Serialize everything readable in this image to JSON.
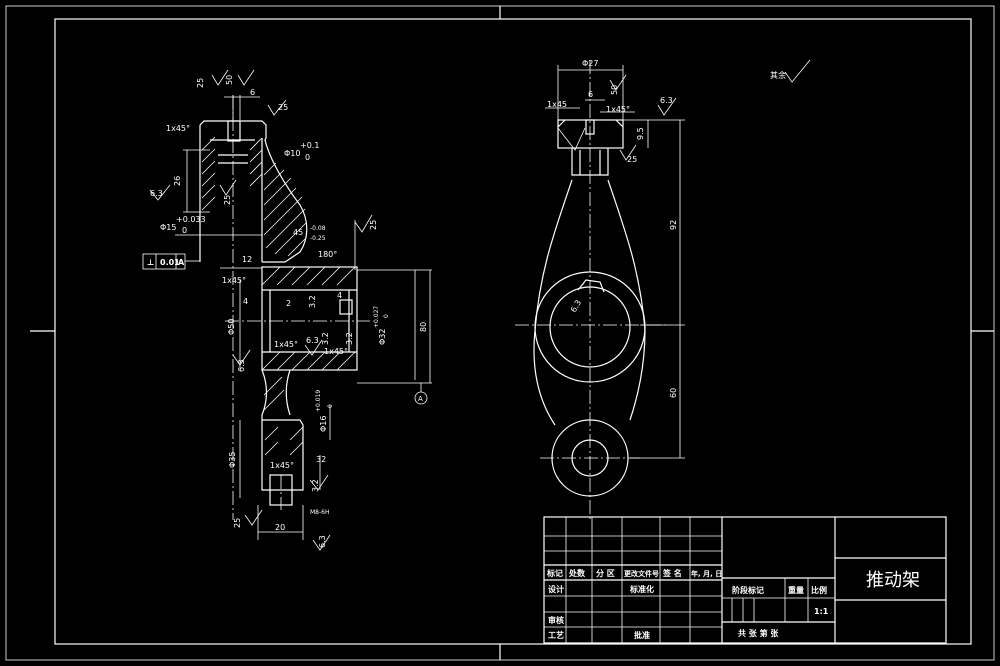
{
  "drawing": {
    "title": "推动架",
    "scale": "1:1",
    "general_roughness": "其余"
  },
  "front_view": {
    "dims": {
      "ra_top_a": "25",
      "ra_top_b": "50",
      "d6": "6",
      "ra_right_top": "25",
      "chamfer_top": "1x45°",
      "phi10": "Φ10",
      "phi10_tol": "+0.1",
      "phi10_tol0": "0",
      "h26": "26",
      "ra_63_left": "6.3",
      "ra_25_left": "25",
      "phi15": "Φ15",
      "phi15_tol": "+0.033",
      "phi15_tol0": "0",
      "ra_25_mid": "25",
      "d45": "45",
      "d45_tol1": "-0.08",
      "d45_tol2": "-0.25",
      "d12": "12",
      "ra_25_right": "25",
      "tol_frame_sym": "⊥",
      "tol_frame_val": "0.01",
      "tol_frame_ref": "A",
      "angle180": "180°",
      "chamfer_mid": "1x45°",
      "d4a": "4",
      "d4b": "4",
      "d2": "2",
      "ra_32_a": "3.2",
      "ra_32_b": "3.2",
      "phi50": "Φ50",
      "phi32": "Φ32",
      "phi32_tol": "+0.027",
      "phi32_tol0": "0",
      "d80": "80",
      "chamfer_low1": "1x45°",
      "chamfer_low2": "1x45°",
      "ra_63_mid": "6.3",
      "ra_32_c": "3.2",
      "ra_63_bot_left": "6.3",
      "phi16": "Φ16",
      "phi16_tol": "+0.019",
      "phi16_tol0": "0",
      "datum": "A",
      "phi35": "Φ35",
      "chamfer_bot": "1x45°",
      "d32": "32",
      "ra_32_d": "3.2",
      "ra_25_bot": "25",
      "m8": "M8-6H",
      "d20": "20",
      "ra_63_bot": "6.3"
    }
  },
  "side_view": {
    "dims": {
      "phi27": "Φ27",
      "ra_50": "50",
      "d6": "6",
      "chamfer_l": "1x45",
      "chamfer_r": "1x45°",
      "ra_63": "6.3",
      "d95": "9.5",
      "ra_25": "25",
      "d92": "92",
      "d60": "60",
      "ra_key": "6.3"
    }
  },
  "title_block": {
    "row1": [
      "标记",
      "处数",
      "分 区",
      "更改文件号",
      "签 名",
      "年, 月, 日"
    ],
    "labels": {
      "design": "设计",
      "standard": "标准化",
      "review": "审核",
      "process": "工艺",
      "approve": "批准",
      "stage": "阶段标记",
      "weight": "重量",
      "scale_label": "比例",
      "sheets": "共    张    第    张"
    }
  }
}
